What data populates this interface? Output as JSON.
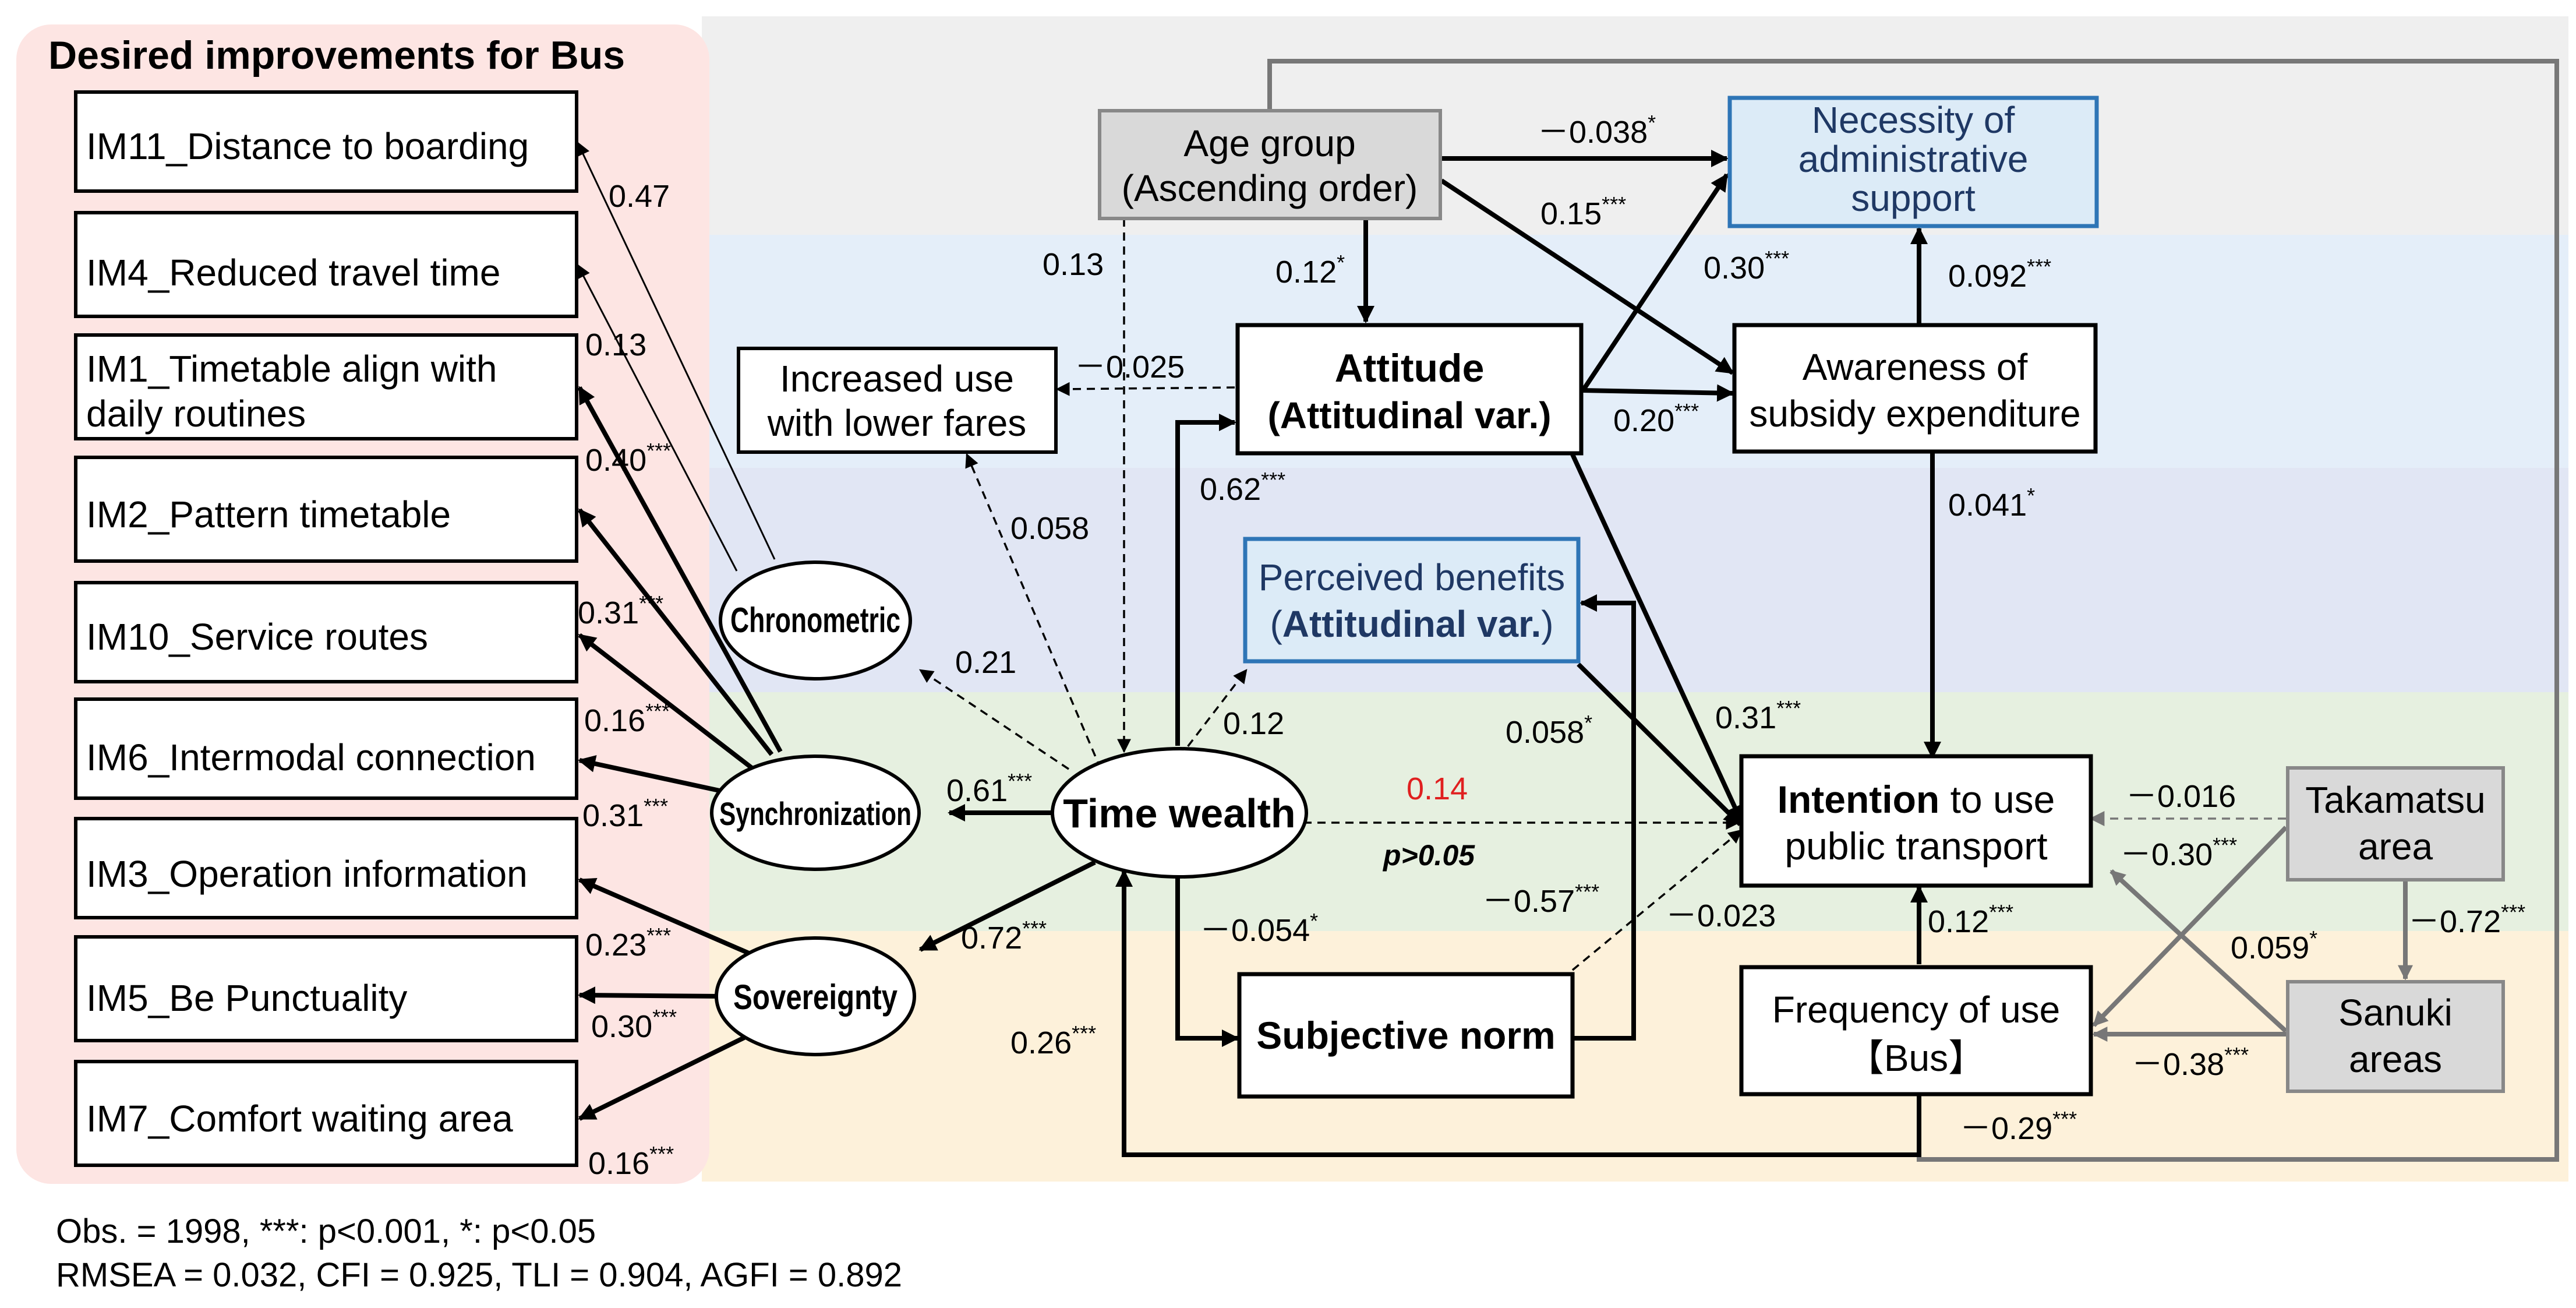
{
  "panel": {
    "title": "Desired improvements for Bus",
    "items": [
      "IM11_Distance to boarding",
      "IM4_Reduced travel time",
      "IM1_Timetable align with",
      "daily routines",
      "IM2_Pattern timetable",
      "IM10_Service routes",
      "IM6_Intermodal connection",
      "IM3_Operation information",
      "IM5_Be Punctuality",
      "IM7_Comfort waiting area"
    ]
  },
  "latent": {
    "chronometric": "Chronometric",
    "synchronization": "Synchronization",
    "sovereignty": "Sovereignty",
    "time_wealth": "Time wealth"
  },
  "boxes": {
    "age_1": "Age group",
    "age_2": "(Ascending order)",
    "necessity_1": "Necessity of",
    "necessity_2": "administrative",
    "necessity_3": "support",
    "increased_1": "Increased use",
    "increased_2": "with lower fares",
    "attitude_1": "Attitude",
    "attitude_2": "(Attitudinal var.)",
    "awareness_1": "Awareness of",
    "awareness_2": "subsidy expenditure",
    "perceived_1": "Perceived benefits",
    "perceived_2a": "(",
    "perceived_2b": "Attitudinal var.",
    "perceived_2c": ")",
    "intention_1a": "Intention",
    "intention_1b": " to use",
    "intention_2": "public transport",
    "subjective": "Subjective norm",
    "frequency_1": "Frequency of use",
    "frequency_2": "【Bus】",
    "takamatsu_1": "Takamatsu",
    "takamatsu_2": "area",
    "sanuki_1": "Sanuki",
    "sanuki_2": "areas"
  },
  "coef": {
    "im11": "0.47",
    "im4": "0.13",
    "im1": "0.40",
    "im10": "0.31",
    "im6": "0.16",
    "im3": "0.31",
    "im5": "0.23",
    "im7": "0.30",
    "extra": "0.16",
    "age_attitude": "0.12",
    "age_tw": "0.13",
    "age_nec": "－0.038",
    "age_aw": "0.15",
    "att_nec": "0.30",
    "aw_nec": "0.092",
    "att_aw": "0.20",
    "att_inc": "－0.025",
    "tw_att": "0.62",
    "tw_inc": "0.058",
    "tw_chr": "0.21",
    "tw_pb": "0.12",
    "tw_syn": "0.61",
    "tw_sov": "0.72",
    "aw_int": "0.041",
    "att_int": "0.31",
    "pb_int": "0.058",
    "tw_int": "0.14",
    "tw_int_note": "p>0.05",
    "tw_sn": "－0.054",
    "sn_pb": "－0.57",
    "sn_int": "－0.023",
    "freq_tw": "0.26",
    "freq_int": "0.12",
    "tak_int_a": "－0.016",
    "tak_int_b": "－0.30",
    "tak_san": "－0.72",
    "san_int": "0.059",
    "san_freq": "－0.38",
    "age_freq": "－0.29"
  },
  "sig": {
    "three": "***",
    "one": "*"
  },
  "footnotes": {
    "line1": "Obs. = 1998, ***: p<0.001, *: p<0.05",
    "line2": "RMSEA = 0.032, CFI  =  0.925, TLI   =  0.904, AGFI = 0.892"
  },
  "colors": {
    "panel_bg": "#fde5e3",
    "band_gray": "#efefef",
    "band_blue": "#e4eef9",
    "band_lavender": "#e1e6f4",
    "band_green": "#e6f0e0",
    "band_yellow": "#fdf1da",
    "box_gray": "#d9d9d9",
    "blue_border": "#2e75b6",
    "blue_fill": "#dcebf7",
    "blue_text": "#1f3864",
    "highlight_red": "#e02020"
  }
}
